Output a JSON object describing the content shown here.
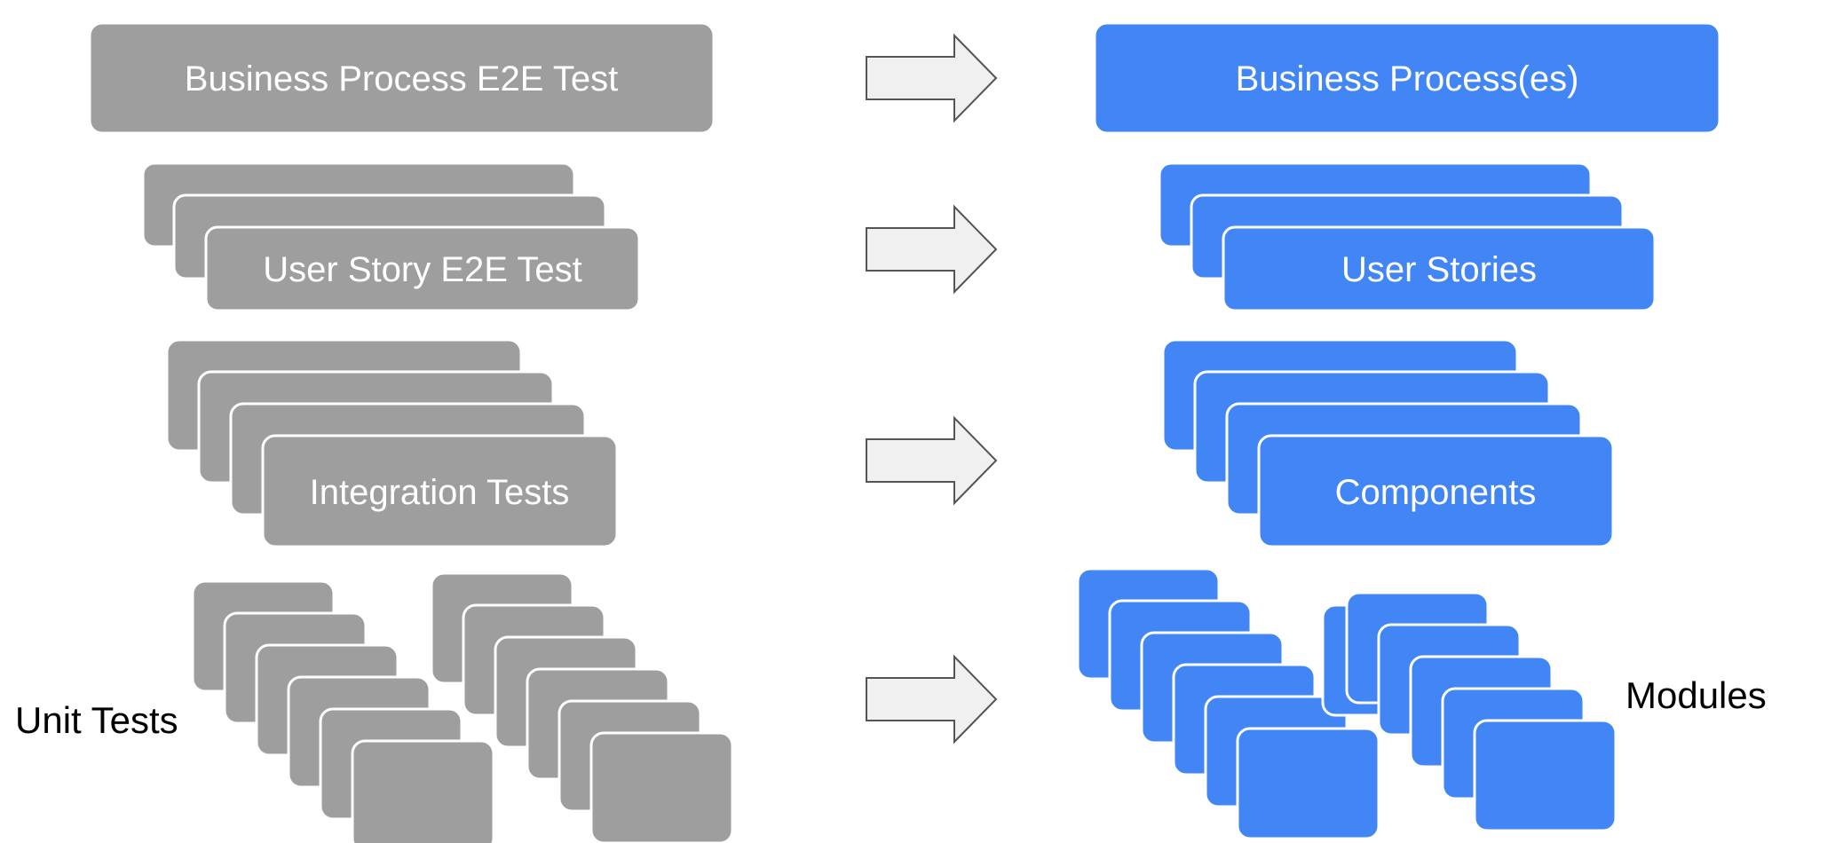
{
  "left": {
    "business_process_test": "Business Process E2E Test",
    "user_story_test": "User Story E2E Test",
    "integration_tests": "Integration Tests",
    "unit_tests": "Unit Tests"
  },
  "right": {
    "business_processes": "Business Process(es)",
    "user_stories": "User Stories",
    "components": "Components",
    "modules": "Modules"
  },
  "colors": {
    "test_box": "#9e9e9e",
    "artifact_box": "#4285f4",
    "arrow_fill": "#f0f0f0",
    "arrow_stroke": "#555555",
    "label_on_box": "#ffffff",
    "label_plain": "#000000"
  }
}
